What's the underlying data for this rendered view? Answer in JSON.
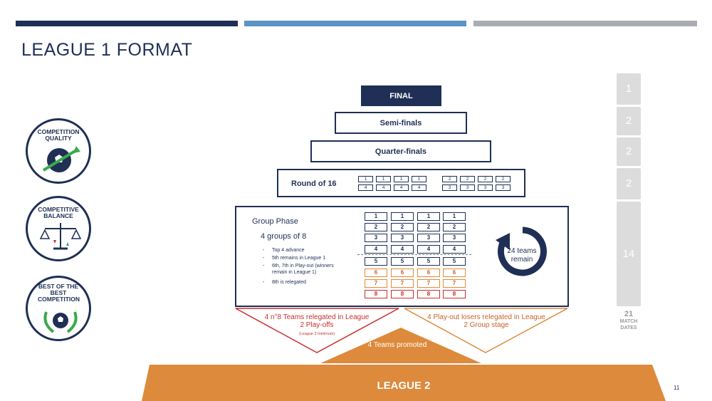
{
  "title": "LEAGUE 1 FORMAT",
  "badges": [
    {
      "label": "COMPETITION QUALITY"
    },
    {
      "label": "COMPETITIVE BALANCE"
    },
    {
      "label": "BEST OF THE BEST COMPETITION"
    }
  ],
  "stages": {
    "final": "FINAL",
    "semi": "Semi-finals",
    "quarter": "Quarter-finals",
    "r16": "Round of 16",
    "r16_top": [
      "1",
      "1",
      "1",
      "1",
      "2",
      "2",
      "2",
      "2"
    ],
    "r16_bottom": [
      "4",
      "4",
      "4",
      "4",
      "3",
      "3",
      "3",
      "3"
    ]
  },
  "group": {
    "title": "Group Phase",
    "subtitle": "4 groups of 8",
    "rules": [
      "Top 4 advance",
      "5th remains in League 1",
      "6th, 7th in Play-out (winners",
      "remain in League 1)",
      "8th is relegated"
    ],
    "dashes": [
      "-",
      "-",
      "-",
      "-"
    ],
    "positions": [
      "1",
      "2",
      "3",
      "4",
      "5",
      "6",
      "7",
      "8"
    ],
    "remain": "24 teams remain"
  },
  "match_dates": {
    "segments": [
      "1",
      "2",
      "2",
      "2",
      "14"
    ],
    "total": "21",
    "label1": "MATCH",
    "label2": "DATES"
  },
  "bottom": {
    "red_text": "4 n°8 Teams relegated in League 2 Play-offs",
    "red_note": "(League 3 minimum)",
    "orange_text": "4 Play-out losers relegated in League 2 Group stage",
    "promoted": "4 Teams promoted",
    "league2": "LEAGUE 2"
  },
  "page_number": "11",
  "colors": {
    "navy": "#1f2f55",
    "blue": "#5b93c4",
    "grey": "#a9adb2",
    "orange": "#dd8a3c",
    "red": "#c8302b"
  }
}
